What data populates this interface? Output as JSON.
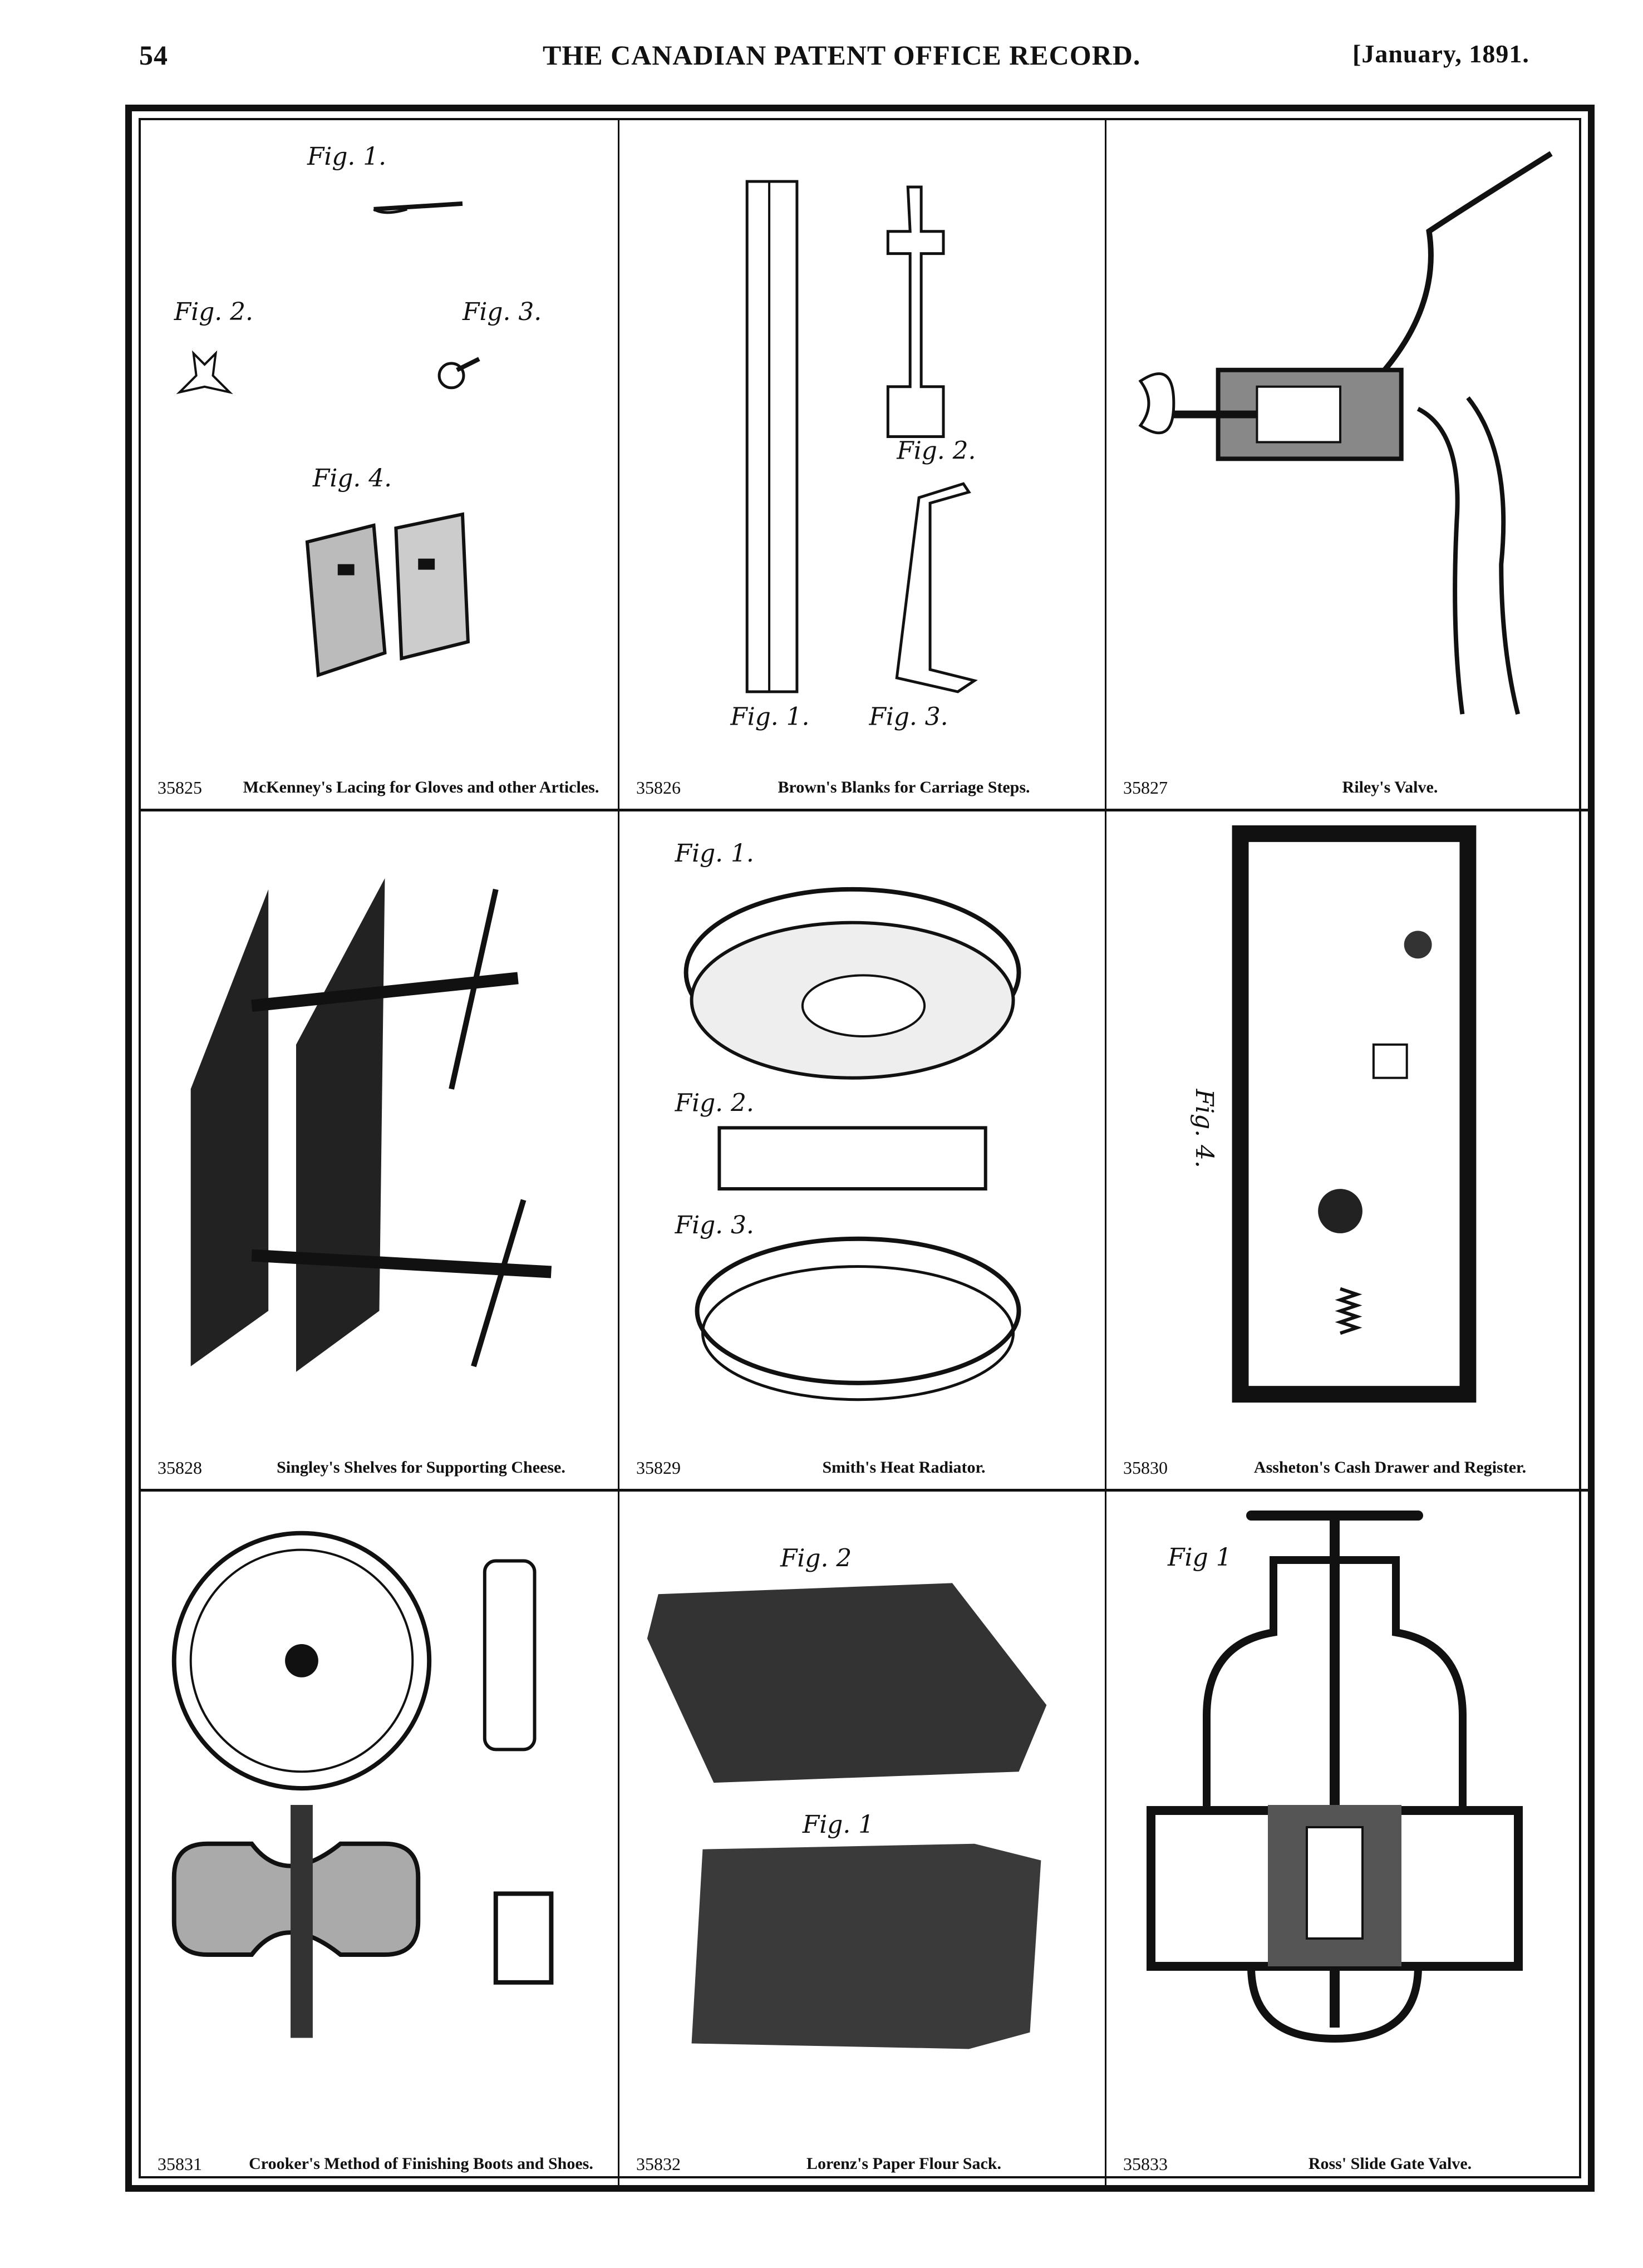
{
  "header": {
    "page_number": "54",
    "title": "THE CANADIAN PATENT OFFICE RECORD.",
    "date": "[January, 1891."
  },
  "patents": [
    {
      "number": "35825",
      "title": "McKenney's Lacing for Gloves and other Articles.",
      "figures": [
        "Fig. 1.",
        "Fig. 2.",
        "Fig. 3.",
        "Fig. 4."
      ]
    },
    {
      "number": "35826",
      "title": "Brown's Blanks for Carriage Steps.",
      "figures": [
        "Fig. 1.",
        "Fig. 2.",
        "Fig. 3."
      ]
    },
    {
      "number": "35827",
      "title": "Riley's Valve.",
      "figures": []
    },
    {
      "number": "35828",
      "title": "Singley's Shelves for Supporting Cheese.",
      "figures": []
    },
    {
      "number": "35829",
      "title": "Smith's Heat Radiator.",
      "figures": [
        "Fig. 1.",
        "Fig. 2.",
        "Fig. 3."
      ]
    },
    {
      "number": "35830",
      "title": "Assheton's Cash Drawer and Register.",
      "figures": [
        "Fig. 4."
      ]
    },
    {
      "number": "35831",
      "title": "Crooker's Method of Finishing Boots and Shoes.",
      "figures": []
    },
    {
      "number": "35832",
      "title": "Lorenz's Paper Flour Sack.",
      "figures": [
        "Fig. 2",
        "Fig. 1"
      ]
    },
    {
      "number": "35833",
      "title": "Ross' Slide Gate Valve.",
      "figures": [
        "Fig 1"
      ]
    }
  ]
}
